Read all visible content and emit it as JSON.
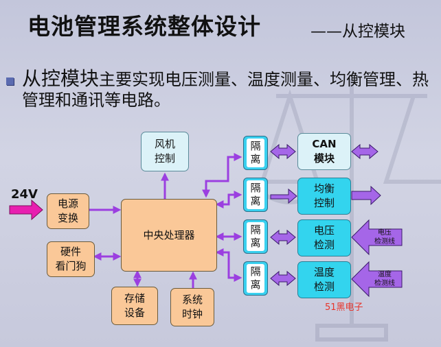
{
  "title": "电池管理系统整体设计",
  "subtitle": "——从控模块",
  "bullet": {
    "lead": "从控模块",
    "rest": "主要实现电压测量、温度测量、均衡管理、热管理和通讯等电路。"
  },
  "input_label": "24V",
  "blocks": {
    "power": "电源\n变换",
    "watchdog": "硬件\n看门狗",
    "cpu": "中央处理器",
    "fan": "风机\n控制",
    "storage": "存储\n设备",
    "clock": "系统\n时钟",
    "can": "CAN\n模块",
    "balance": "均衡\n控制",
    "voltage": "电压\n检测",
    "temperature": "温度\n检测"
  },
  "isolation_label": "隔\n离",
  "sense_lines": {
    "voltage": "电压\n检测线",
    "temperature": "温度\n检测线"
  },
  "watermark_text": "51黑电子",
  "colors": {
    "arrow": "#9b3fe0",
    "input_arrow": "#e81fb0",
    "sense_arrow": "#a566e8",
    "block_peach": "#fac898",
    "block_cyan": "#33d4ee"
  }
}
